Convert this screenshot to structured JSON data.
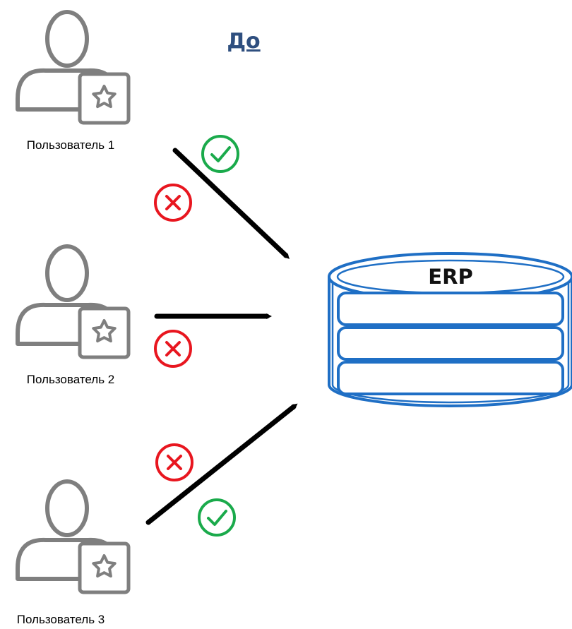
{
  "title": "До",
  "users": [
    {
      "label": "Пользователь 1"
    },
    {
      "label": "Пользователь 2"
    },
    {
      "label": "Пользователь 3"
    }
  ],
  "database": {
    "label": "ERP"
  },
  "status_marks": [
    {
      "user": "Пользователь 1",
      "status": "allowed",
      "icon": "check-circle-icon"
    },
    {
      "user": "Пользователь 1",
      "status": "denied",
      "icon": "cross-circle-icon"
    },
    {
      "user": "Пользователь 2",
      "status": "denied",
      "icon": "cross-circle-icon"
    },
    {
      "user": "Пользователь 3",
      "status": "denied",
      "icon": "cross-circle-icon"
    },
    {
      "user": "Пользователь 3",
      "status": "allowed",
      "icon": "check-circle-icon"
    }
  ],
  "colors": {
    "title": "#2f4f7f",
    "user_icon": "#7f7f7f",
    "database": "#1f6fc5",
    "arrow": "#000000",
    "allowed": "#1aaa4b",
    "denied": "#e8161f"
  }
}
